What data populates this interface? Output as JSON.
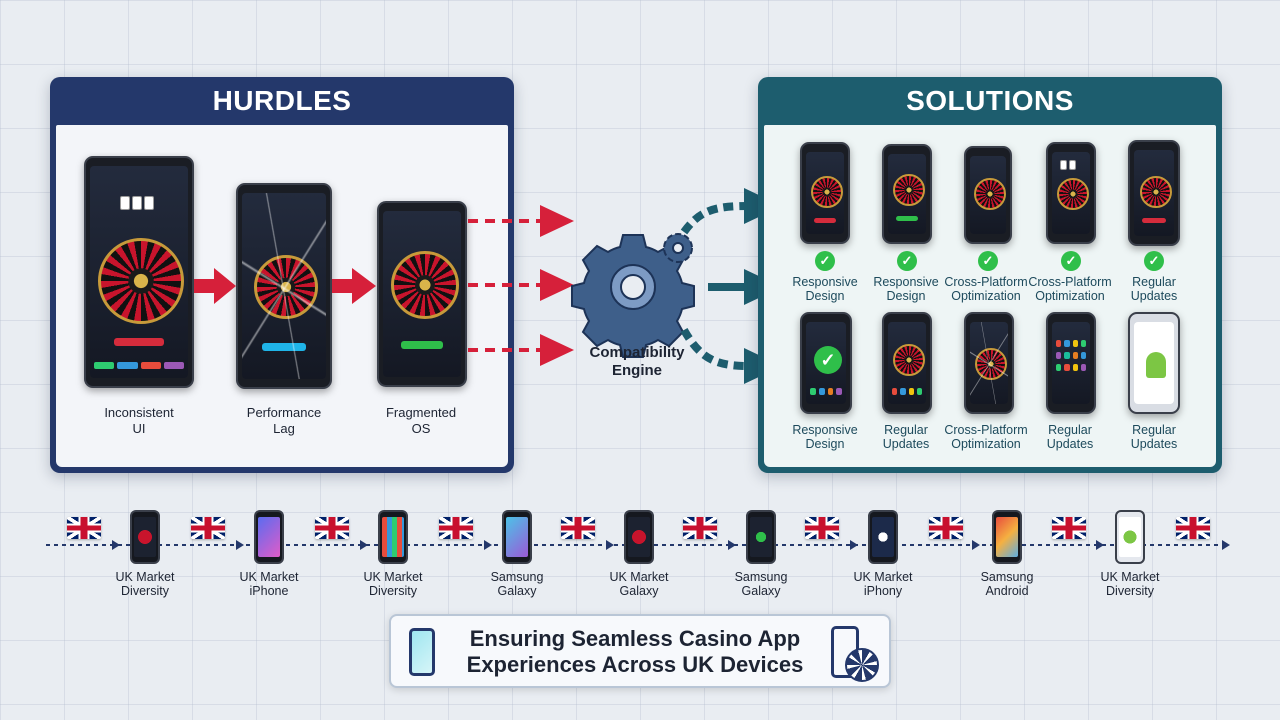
{
  "hurdles": {
    "title": "HURDLES",
    "items": [
      {
        "label": "Inconsistent\nUI"
      },
      {
        "label": "Performance\nLag"
      },
      {
        "label": "Fragmented\nOS"
      }
    ]
  },
  "engine": {
    "label": "Compatibility\nEngine",
    "icon": "gear-icon"
  },
  "solutions": {
    "title": "SOLUTIONS",
    "row1": [
      {
        "label": "Responsive\nDesign"
      },
      {
        "label": "Responsive\nDesign"
      },
      {
        "label": "Cross-Platform\nOptimization"
      },
      {
        "label": "Cross-Platform\nOptimization"
      },
      {
        "label": "Regular\nUpdates"
      }
    ],
    "row2": [
      {
        "label": "Responsive\nDesign"
      },
      {
        "label": "Regular\nUpdates"
      },
      {
        "label": "Cross-Platform\nOptimization"
      },
      {
        "label": "Regular\nUpdates"
      },
      {
        "label": "Regular\nUpdates"
      }
    ]
  },
  "strip": [
    {
      "label": "UK Market\nDiversity"
    },
    {
      "label": "UK Market\niPhone"
    },
    {
      "label": "UK Market\nDiversity"
    },
    {
      "label": "Samsung\nGalaxy"
    },
    {
      "label": "UK Market\nGalaxy"
    },
    {
      "label": "Samsung\nGalaxy"
    },
    {
      "label": "UK Market\niPhony"
    },
    {
      "label": "Samsung\nAndroid"
    },
    {
      "label": "UK Market\nDiversity"
    }
  ],
  "banner": {
    "text": "Ensuring Seamless Casino App\nExperiences Across UK Devices"
  },
  "colors": {
    "hurdles_header": "#24386b",
    "solutions_header": "#1d5d6e",
    "arrow_red": "#d6203a",
    "arrow_teal": "#1d5d6e",
    "check_green": "#2fbf4a"
  }
}
